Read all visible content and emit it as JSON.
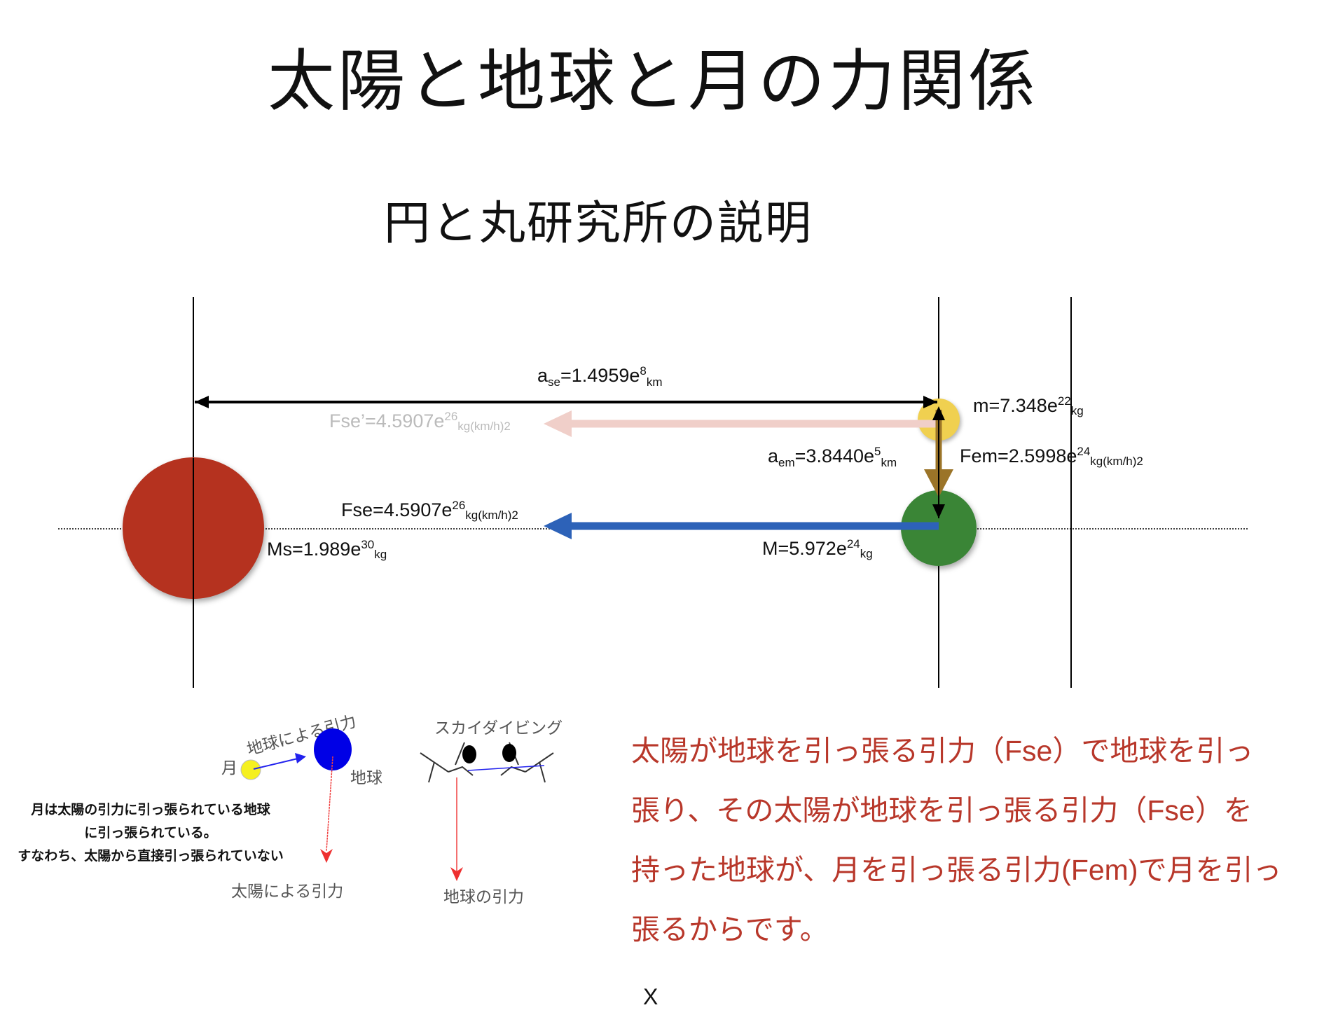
{
  "title": "太陽と地球と月の力関係",
  "subtitle": "円と丸研究所の説明",
  "colors": {
    "sun": "#b5321f",
    "earth": "#3a8536",
    "moon": "#f0d050",
    "fse_arrow": "#2d62b8",
    "fse_prime_arrow": "#f0cfc9",
    "fem_arrow": "#9b7428",
    "paragraph": "#b8372a"
  },
  "labels": {
    "ase": {
      "base": "a",
      "sub": "se",
      "value": "=1.4959e",
      "exp": "8",
      "unit": "km"
    },
    "fse_prime": {
      "base": "Fse’=4.5907e",
      "exp": "26",
      "unit": "kg(km/h)2"
    },
    "moon_mass": {
      "base": "m=7.348e",
      "exp": "22",
      "unit": "kg"
    },
    "aem": {
      "base": "a",
      "sub": "em",
      "value": "=3.8440e",
      "exp": "5",
      "unit": "km"
    },
    "fem": {
      "base": "Fem=2.5998e",
      "exp": "24",
      "unit": "kg(km/h)2"
    },
    "fse": {
      "base": "Fse=4.5907e",
      "exp": "26",
      "unit": "kg(km/h)2"
    },
    "sun_mass": {
      "base": "Ms=1.989e",
      "exp": "30",
      "unit": "kg"
    },
    "earth_mass": {
      "base": "M=5.972e",
      "exp": "24",
      "unit": "kg"
    }
  },
  "illustration": {
    "earth_pull": "地球による引力",
    "moon": "月",
    "earth": "地球",
    "sun_pull": "太陽による引力",
    "note_lines": [
      "月は太陽の引力に引っ張られている地球",
      "に引っ張られている。",
      "すなわち、太陽から直接引っ張られていない"
    ],
    "skydiving": "スカイダイビング",
    "earth_gravity": "地球の引力"
  },
  "paragraph_lines": [
    "太陽が地球を引っ張る引力（Fse）で地球を引っ",
    "張り、その太陽が地球を引っ張る引力（Fse）を",
    "持った地球が、月を引っ張る引力(Fem)で月を引っ",
    "張るからです。"
  ],
  "footer_mark": "X"
}
